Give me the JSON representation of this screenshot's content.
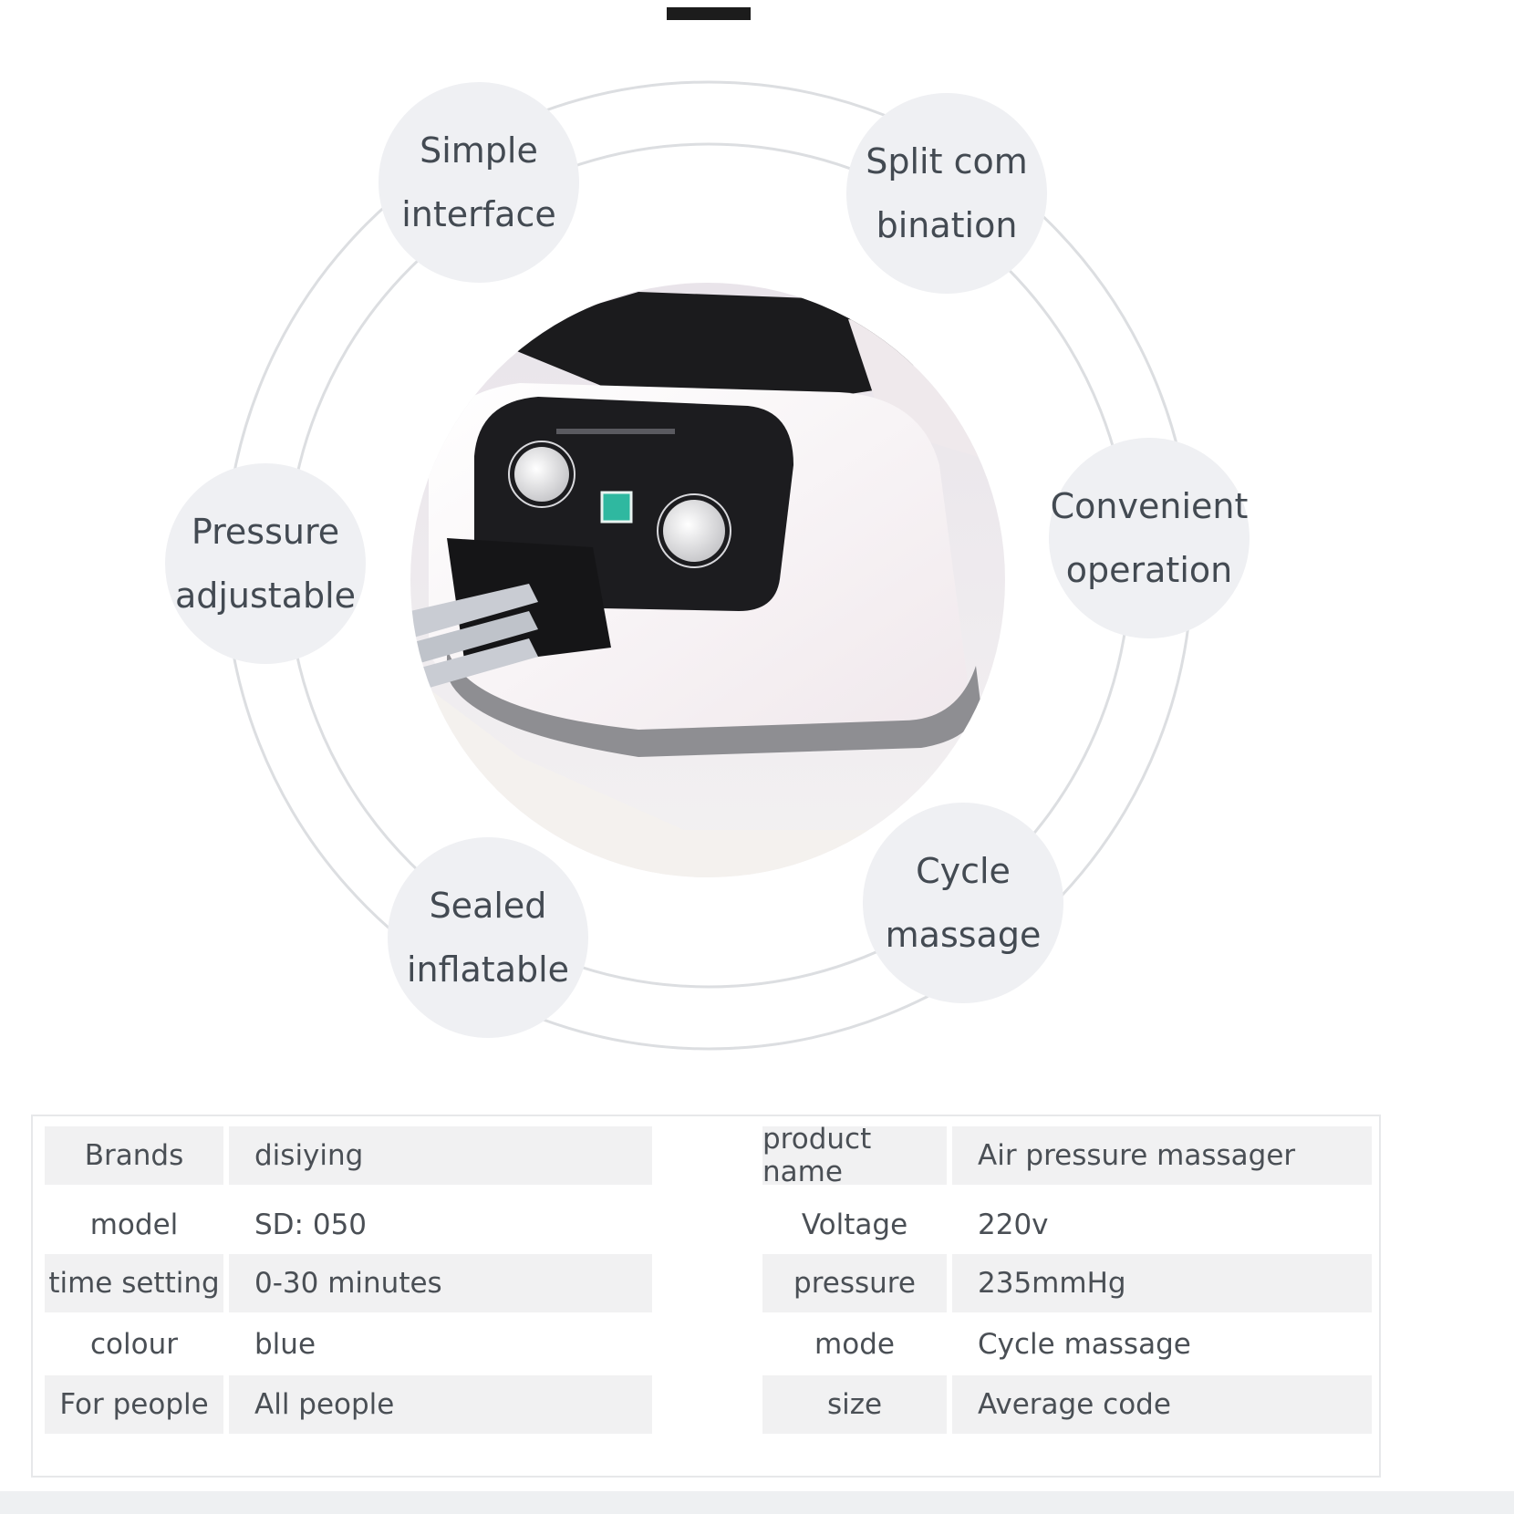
{
  "features": [
    {
      "text": "Simple\ninterface"
    },
    {
      "text": "Split com\nbination"
    },
    {
      "text": "Convenient\noperation"
    },
    {
      "text": "Cycle\nmassage"
    },
    {
      "text": "Sealed\ninflatable"
    },
    {
      "text": "Pressure\nadjustable"
    }
  ],
  "specs_left": [
    {
      "label": "Brands",
      "value": "disiying"
    },
    {
      "label": "model",
      "value": "SD: 050"
    },
    {
      "label": "time setting",
      "value": "0-30 minutes"
    },
    {
      "label": "colour",
      "value": "blue"
    },
    {
      "label": "For people",
      "value": "All people"
    }
  ],
  "specs_right": [
    {
      "label": "product name",
      "value": "Air pressure massager"
    },
    {
      "label": "Voltage",
      "value": "220v"
    },
    {
      "label": "pressure",
      "value": "235mmHg"
    },
    {
      "label": "mode",
      "value": "Cycle massage"
    },
    {
      "label": "size",
      "value": "Average code"
    }
  ],
  "colors": {
    "bubble": "#eff0f3",
    "ring": "#dcdee1",
    "row_shade": "#f1f1f2",
    "text": "#434a52"
  }
}
